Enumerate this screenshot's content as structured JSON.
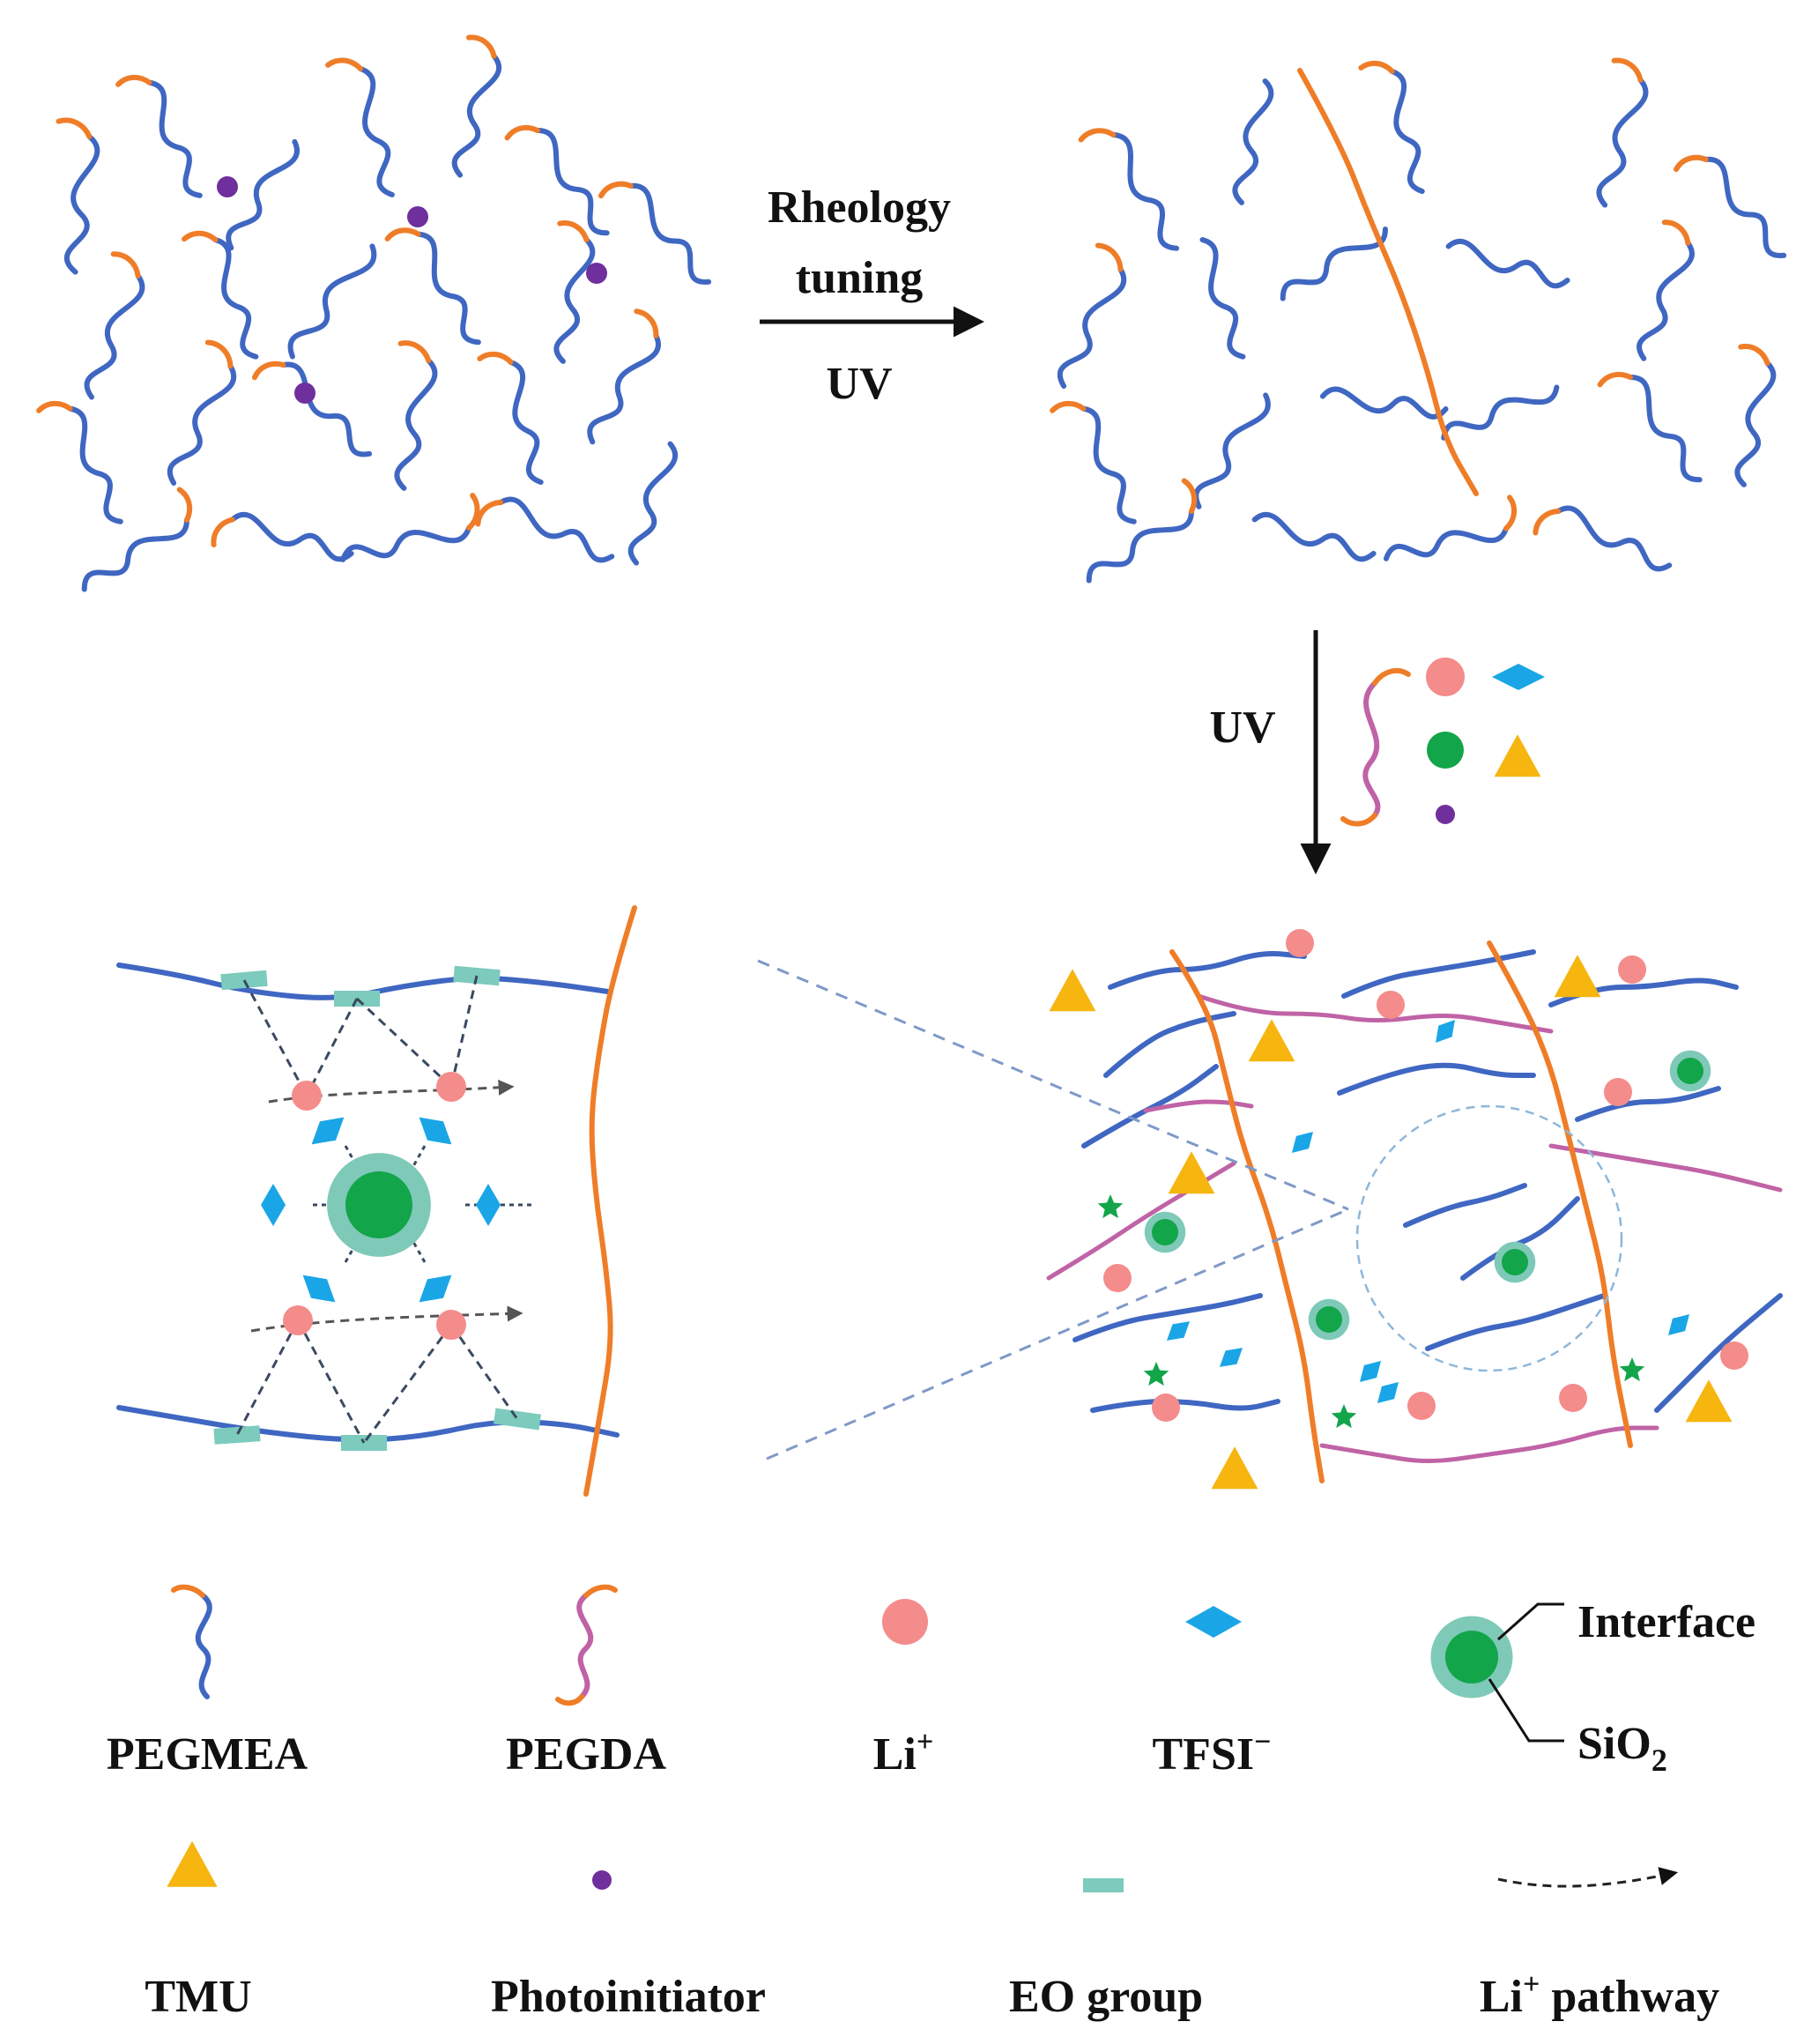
{
  "steps": {
    "step1_line1": "Rheology",
    "step1_line2": "tuning",
    "step1_line3": "UV",
    "step2": "UV"
  },
  "legend": {
    "pegmea": "PEGMEA",
    "pegda": "PEGDA",
    "li": "Li",
    "li_sup": "+",
    "tfsi": "TFSI",
    "tfsi_sup": "−",
    "interface": "Interface",
    "sio2_pre": "SiO",
    "sio2_sub": "2",
    "tmu": "TMU",
    "photoinitiator": "Photoinitiator",
    "eo_group": "EO group",
    "pathway_pre": "Li",
    "pathway_sup": "+",
    "pathway_post": " pathway"
  },
  "colors": {
    "pegmea_chain": "#3f67c2",
    "end_group": "#ef7d28",
    "pegda_chain": "#c063a6",
    "li_ion": "#f48c8b",
    "tfsi": "#1aa6e6",
    "sio2": "#12a54a",
    "interface": "#7fc9b8",
    "tmu": "#f6b50f",
    "photoinitiator": "#6f2f9c",
    "eo_group": "#7ccbbd"
  }
}
